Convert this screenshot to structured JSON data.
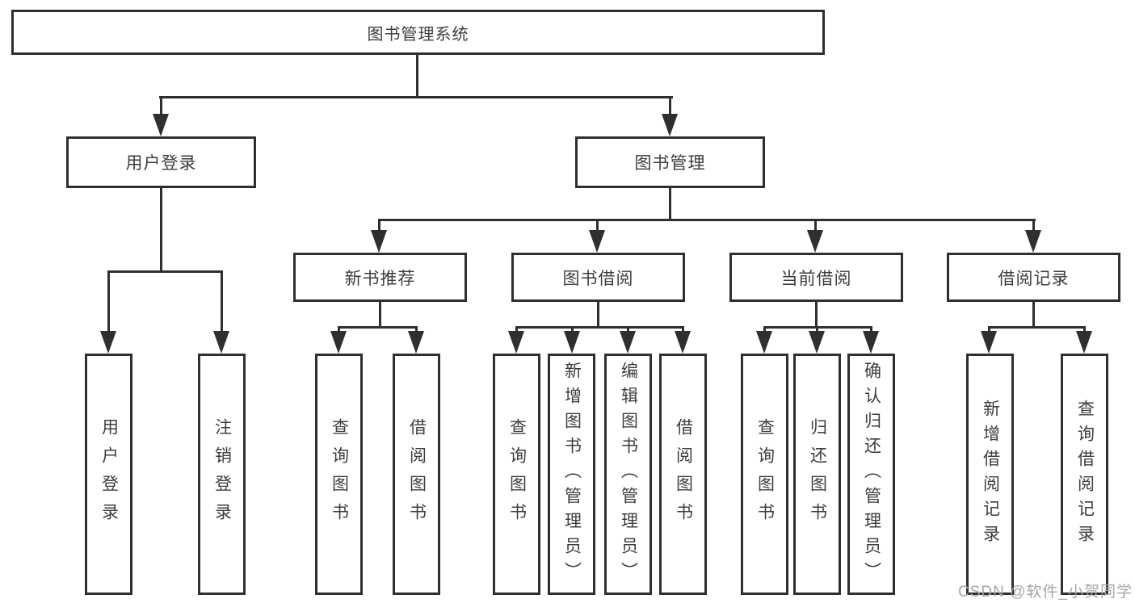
{
  "tree": {
    "root": {
      "label": "图书管理系统",
      "children": [
        {
          "label": "用户登录",
          "children": [
            {
              "label": "用户登录"
            },
            {
              "label": "注销登录"
            }
          ]
        },
        {
          "label": "图书管理",
          "children": [
            {
              "label": "新书推荐",
              "children": [
                {
                  "label": "查询图书"
                },
                {
                  "label": "借阅图书"
                }
              ]
            },
            {
              "label": "图书借阅",
              "children": [
                {
                  "label": "查询图书"
                },
                {
                  "label": "新增图书（管理员）"
                },
                {
                  "label": "编辑图书（管理员）"
                },
                {
                  "label": "借阅图书"
                }
              ]
            },
            {
              "label": "当前借阅",
              "children": [
                {
                  "label": "查询图书"
                },
                {
                  "label": "归还图书"
                },
                {
                  "label": "确认归还（管理员）"
                }
              ]
            },
            {
              "label": "借阅记录",
              "children": [
                {
                  "label": "新增借阅记录"
                },
                {
                  "label": "查询借阅记录"
                }
              ]
            }
          ]
        }
      ]
    }
  },
  "watermark": {
    "text": "CSDN @软件_小贺同学"
  },
  "colors": {
    "line": "#2f2f2f",
    "text": "#3d3d3d",
    "watermark": "#a6a6a6",
    "background": "#ffffff"
  }
}
